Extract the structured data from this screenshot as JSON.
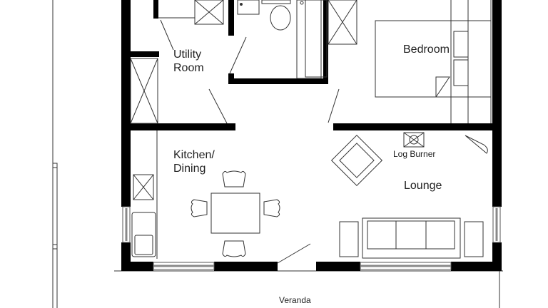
{
  "rooms": {
    "utility": "Utility\nRoom",
    "bedroom": "Bedroom",
    "kitchen": "Kitchen/\nDining",
    "lounge": "Lounge",
    "log_burner": "Log Burner",
    "veranda": "Veranda"
  },
  "colors": {
    "wall": "#000000",
    "line": "#333333",
    "window": "#888888"
  }
}
